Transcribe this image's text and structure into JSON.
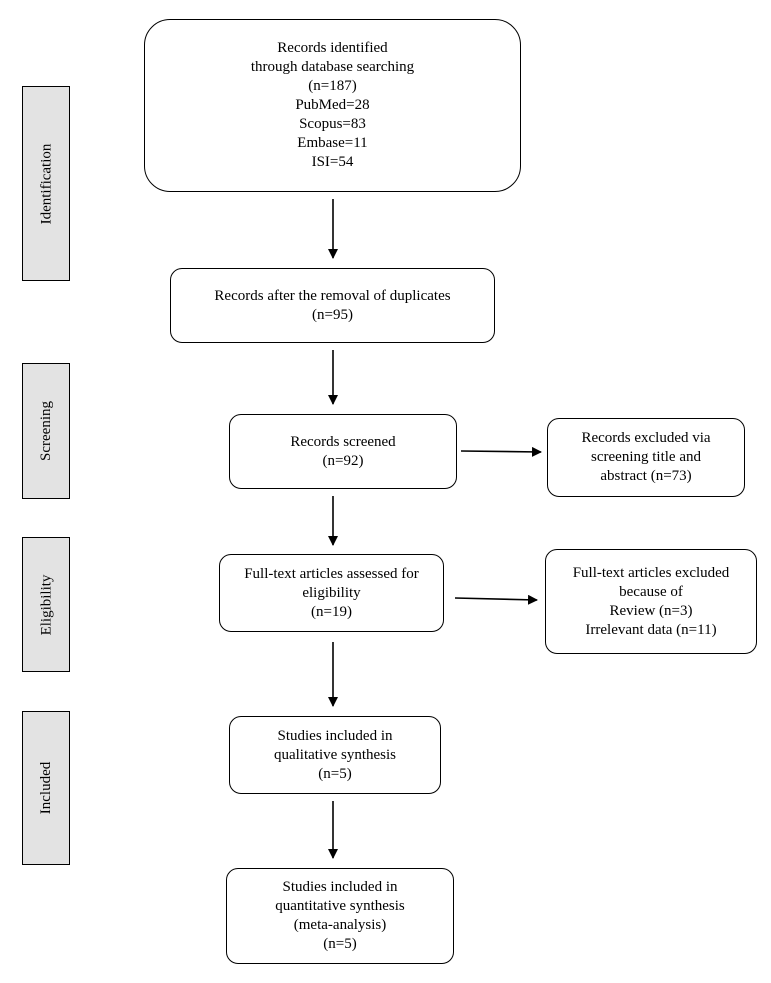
{
  "phases": {
    "identification": "Identification",
    "screening": "Screening",
    "eligibility": "Eligibility",
    "included": "Included"
  },
  "boxes": {
    "identified": {
      "lines": [
        "Records identified",
        "through database searching",
        "(n=187)",
        "PubMed=28",
        "Scopus=83",
        "Embase=11",
        "ISI=54"
      ]
    },
    "duplicates_removed": {
      "lines": [
        "Records after the removal of duplicates",
        "(n=95)"
      ]
    },
    "screened": {
      "lines": [
        "Records screened",
        "(n=92)"
      ]
    },
    "excluded_screening": {
      "lines": [
        "Records excluded via",
        "screening title and",
        "abstract (n=73)"
      ]
    },
    "fulltext_assessed": {
      "lines": [
        "Full-text articles assessed for",
        "eligibility",
        "(n=19)"
      ]
    },
    "fulltext_excluded": {
      "lines": [
        "Full-text articles excluded",
        "because of",
        "Review (n=3)",
        "Irrelevant data (n=11)"
      ]
    },
    "qualitative": {
      "lines": [
        "Studies included in",
        "qualitative synthesis",
        "(n=5)"
      ]
    },
    "quantitative": {
      "lines": [
        "Studies included in",
        "quantitative synthesis",
        "(meta-analysis)",
        "(n=5)"
      ]
    }
  }
}
